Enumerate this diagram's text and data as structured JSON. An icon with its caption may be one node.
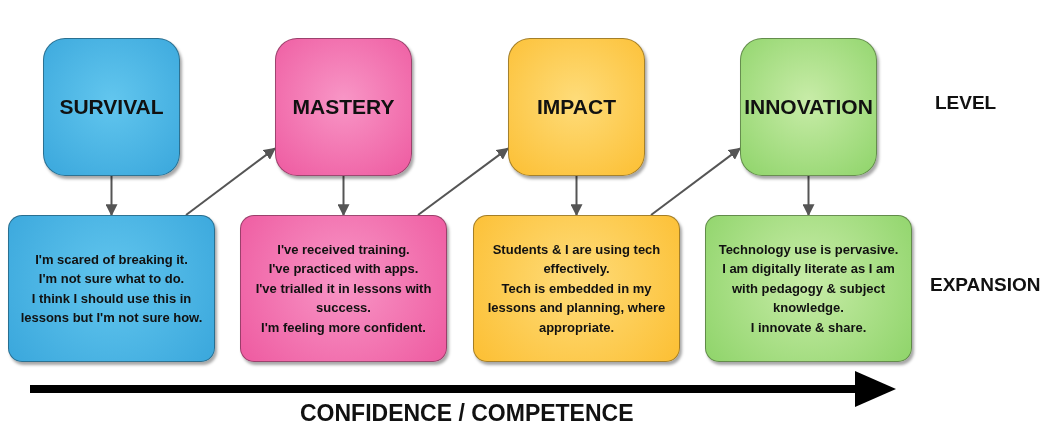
{
  "diagram": {
    "nodes": [
      {
        "text": [
          "SURVIVAL"
        ]
      },
      {
        "text": [
          "MASTERY"
        ]
      },
      {
        "text": [
          "IMPACT"
        ]
      },
      {
        "text": [
          "INNOVATION"
        ]
      },
      {
        "text": [
          "I'm scared of breaking it.",
          "I'm not sure what to do.",
          "I think I should use this in lessons but I'm not sure how."
        ]
      },
      {
        "text": [
          "I've received training.",
          "I've practiced with apps.",
          "I've trialled it in lessons with success.",
          "I'm feeling more confident."
        ]
      },
      {
        "text": [
          "Students & I are using tech effectively.",
          "Tech is embedded in my lessons and planning, where appropriate."
        ]
      },
      {
        "text": [
          "Technology use is pervasive.",
          "I am digitally literate as I am with pedagogy & subject knowledge.",
          "I innovate & share."
        ]
      }
    ],
    "edges": [
      {
        "from": 0,
        "to": 4,
        "arrow": "to"
      },
      {
        "from": 4,
        "to": 1,
        "arrow": "to"
      },
      {
        "from": 1,
        "to": 5,
        "arrow": "to"
      },
      {
        "from": 5,
        "to": 2,
        "arrow": "to"
      },
      {
        "from": 2,
        "to": 6,
        "arrow": "to"
      },
      {
        "from": 6,
        "to": 3,
        "arrow": "to"
      },
      {
        "from": 3,
        "to": 7,
        "arrow": "to"
      }
    ],
    "labels": [
      "LEVEL",
      "EXPANSION",
      "CONFIDENCE / COMPETENCE"
    ]
  }
}
